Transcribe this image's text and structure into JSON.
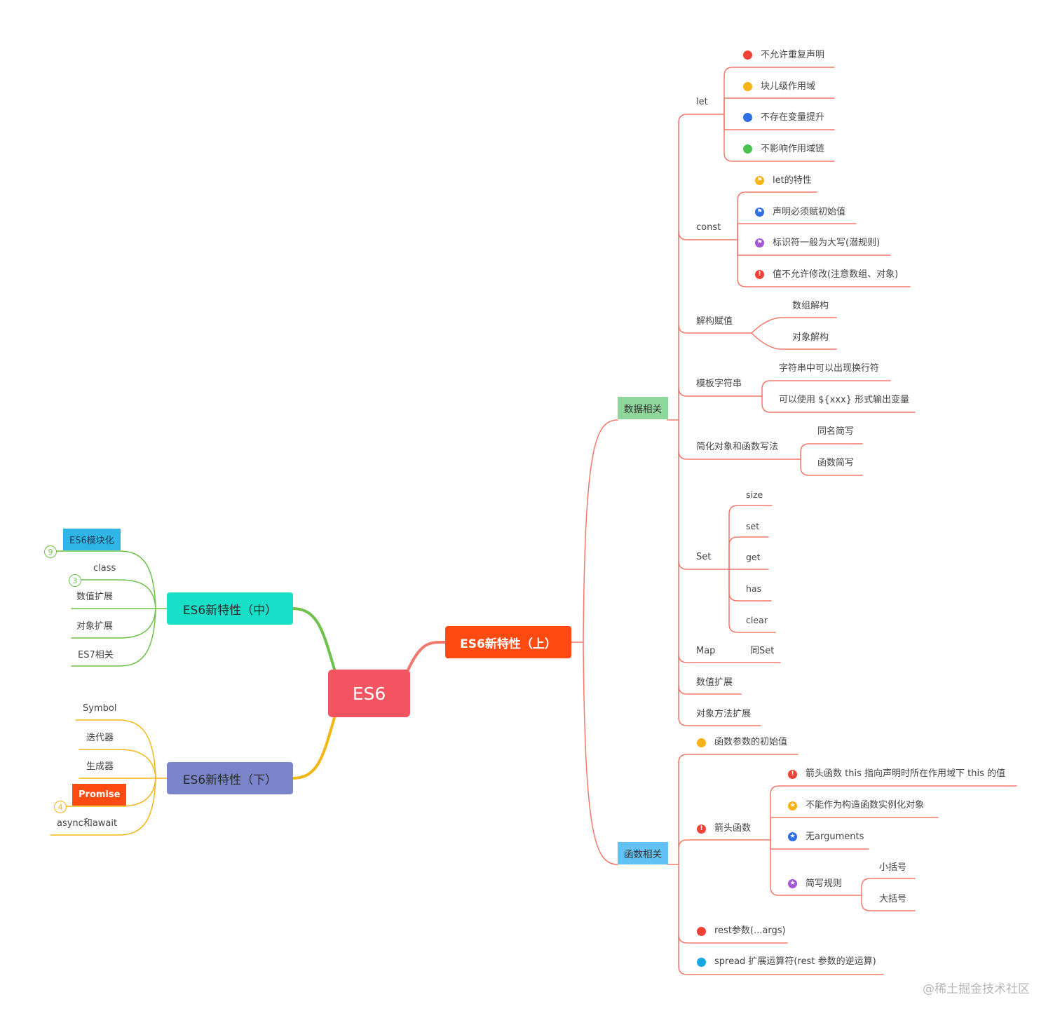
{
  "colors": {
    "root": "#f25561",
    "branch_top": "#ff4a12",
    "branch_mid": "#18dfc8",
    "branch_low": "#7b86ca",
    "line_right": "#f2786c",
    "line_mid": "#6cc24a",
    "line_low": "#f2b615",
    "cat_data": "#8ed79a",
    "cat_func": "#62c2f5"
  },
  "root": "ES6",
  "branches": {
    "top": "ES6新特性（上）",
    "mid": "ES6新特性（中）",
    "low": "ES6新特性（下）"
  },
  "data_section": {
    "title": "数据相关",
    "let": {
      "label": "let",
      "items": [
        "不允许重复声明",
        "块儿级作用域",
        "不存在变量提升",
        "不影响作用域链"
      ]
    },
    "const": {
      "label": "const",
      "items": [
        "let的特性",
        "声明必须赋初始值",
        "标识符一般为大写(潜规则)",
        "值不允许修改(注意数组、对象)"
      ]
    },
    "destructure": {
      "label": "解构赋值",
      "items": [
        "数组解构",
        "对象解构"
      ]
    },
    "template": {
      "label": "模板字符串",
      "items": [
        "字符串中可以出现换行符",
        "可以使用 ${xxx} 形式输出变量"
      ]
    },
    "shorthand": {
      "label": "简化对象和函数写法",
      "items": [
        "同名简写",
        "函数简写"
      ]
    },
    "set": {
      "label": "Set",
      "items": [
        "size",
        "set",
        "get",
        "has",
        "clear"
      ]
    },
    "map": {
      "label": "Map",
      "value": "同Set"
    },
    "numeric": "数值扩展",
    "object_methods": "对象方法扩展"
  },
  "func_section": {
    "title": "函数相关",
    "default_params": "函数参数的初始值",
    "arrow": {
      "label": "箭头函数",
      "items": [
        "箭头函数 this 指向声明时所在作用域下 this 的值",
        "不能作为构造函数实例化对象",
        "无arguments"
      ]
    },
    "abbrev": {
      "label": "简写规则",
      "items": [
        "小括号",
        "大括号"
      ]
    },
    "rest": "rest参数(...args)",
    "spread": "spread 扩展运算符(rest 参数的逆运算)"
  },
  "mid_items": {
    "module": "ES6模块化",
    "module_count": "9",
    "class": "class",
    "class_count": "3",
    "numeric": "数值扩展",
    "object": "对象扩展",
    "es7": "ES7相关"
  },
  "low_items": {
    "symbol": "Symbol",
    "iterator": "迭代器",
    "generator": "生成器",
    "promise": "Promise",
    "promise_count": "4",
    "async": "async和await"
  },
  "watermark": "@稀土掘金技术社区"
}
